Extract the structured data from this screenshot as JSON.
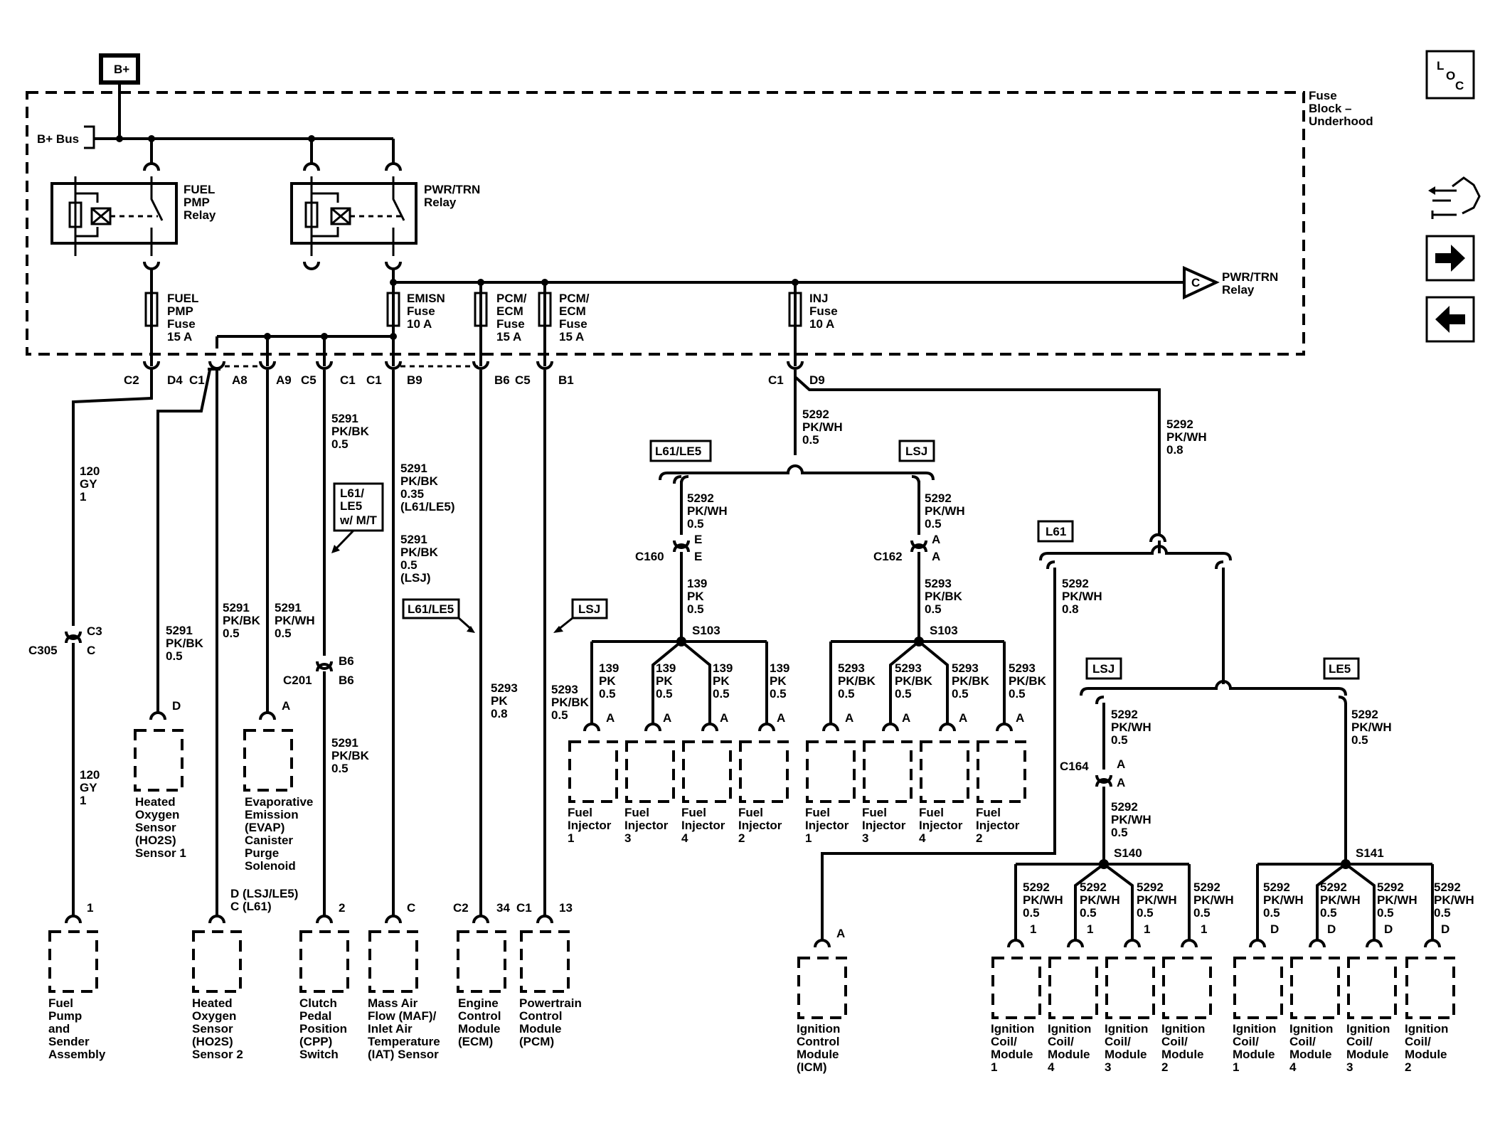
{
  "fuse_block": {
    "label": [
      "Fuse",
      "Block –",
      "Underhood"
    ],
    "b_plus": "B+",
    "b_plus_bus": "B+ Bus"
  },
  "relays": {
    "fuel_pmp": [
      "FUEL",
      "PMP",
      "Relay"
    ],
    "pwr_trn": [
      "PWR/TRN",
      "Relay"
    ]
  },
  "fuses": {
    "fuel_pmp": [
      "FUEL",
      "PMP",
      "Fuse",
      "15 A"
    ],
    "emisn": [
      "EMISN",
      "Fuse",
      "10 A"
    ],
    "pcm_ecm_1": [
      "PCM/",
      "ECM",
      "Fuse",
      "15 A"
    ],
    "pcm_ecm_2": [
      "PCM/",
      "ECM",
      "Fuse",
      "15 A"
    ],
    "inj": [
      "INJ",
      "Fuse",
      "10 A"
    ]
  },
  "offpage": {
    "letter": "C",
    "label": [
      "PWR/TRN",
      "Relay"
    ]
  },
  "nav": {
    "loc": [
      "L",
      "O",
      "C"
    ]
  },
  "connectors": {
    "c2": "C2",
    "d4": "D4",
    "c1a": "C1",
    "a8": "A8",
    "a9": "A9",
    "c5a": "C5",
    "c1b": "C1",
    "c1c": "C1",
    "b9": "B9",
    "b6": "B6",
    "c5b": "C5",
    "b1": "B1",
    "c1d": "C1",
    "d9": "D9",
    "c305": "C305",
    "c3": "C3",
    "c_pin": "C",
    "c201": "C201",
    "b6a": "B6",
    "b6b": "B6",
    "c160": "C160",
    "e1": "E",
    "e2": "E",
    "c162": "C162",
    "a1": "A",
    "a2": "A",
    "c164": "C164",
    "a3": "A",
    "a4": "A"
  },
  "wires": {
    "w120a": [
      "120",
      "GY",
      "1"
    ],
    "w120b": [
      "120",
      "GY",
      "1"
    ],
    "ho2s1": [
      "5291",
      "PK/BK",
      "0.5"
    ],
    "ho2s2": [
      "5291",
      "PK/BK",
      "0.5"
    ],
    "evap": [
      "5291",
      "PK/WH",
      "0.5"
    ],
    "cpp_top": [
      "5291",
      "PK/BK",
      "0.5"
    ],
    "cpp_bot": [
      "5291",
      "PK/BK",
      "0.5"
    ],
    "maf_a": [
      "5291",
      "PK/BK",
      "0.35",
      "(L61/LE5)"
    ],
    "maf_b": [
      "5291",
      "PK/BK",
      "0.5",
      "(LSJ)"
    ],
    "ecm": [
      "5293",
      "PK",
      "0.8"
    ],
    "inj_main": [
      "5292",
      "PK/WH",
      "0.5"
    ],
    "ign_main": [
      "5292",
      "PK/WH",
      "0.8"
    ],
    "inj_l61": [
      "5292",
      "PK/WH",
      "0.5"
    ],
    "inj_lsj": [
      "5292",
      "PK/WH",
      "0.5"
    ],
    "s103a_in": [
      "139",
      "PK",
      "0.5"
    ],
    "s103b_in": [
      "5293",
      "PK/BK",
      "0.5"
    ],
    "inj_branch_a": [
      "139",
      "PK",
      "0.5"
    ],
    "inj_branch_left": [
      "5293",
      "PK/BK",
      "0.5"
    ],
    "inj_branch_b": [
      "5293",
      "PK/BK",
      "0.5"
    ],
    "icm": [
      "5292",
      "PK/WH",
      "0.8"
    ],
    "lsj_coil": [
      "5292",
      "PK/WH",
      "0.5"
    ],
    "lsj_coil2": [
      "5292",
      "PK/WH",
      "0.5"
    ],
    "le5_coil": [
      "5292",
      "PK/WH",
      "0.5"
    ],
    "coil_branch": [
      "5292",
      "PK/WH",
      "0.5"
    ]
  },
  "splices": {
    "s103a": "S103",
    "s103b": "S103",
    "s140": "S140",
    "s141": "S141"
  },
  "options": {
    "l61_le5_mt": [
      "L61/",
      "LE5",
      "w/ M/T"
    ],
    "l61_le5": "L61/LE5",
    "lsj": "LSJ",
    "inj_l61_le5": "L61/LE5",
    "inj_lsj": "LSJ",
    "l61": "L61",
    "coil_lsj": "LSJ",
    "coil_le5": "LE5"
  },
  "pins": {
    "fuel_pump": "1",
    "ho2s1": "D",
    "evap": "A",
    "ho2s2": [
      "D (LSJ/LE5)",
      "C (L61)"
    ],
    "cpp": "2",
    "maf": "C",
    "ecm_c2": "C2",
    "ecm_34": "34",
    "pcm_c1": "C1",
    "pcm_13": "13",
    "inj": "A",
    "icm": "A",
    "coil_1": "1",
    "coil_d": "D"
  },
  "components": {
    "fuel_pump": [
      "Fuel",
      "Pump",
      "and",
      "Sender",
      "Assembly"
    ],
    "ho2s1": [
      "Heated",
      "Oxygen",
      "Sensor",
      "(HO2S)",
      "Sensor 1"
    ],
    "evap": [
      "Evaporative",
      "Emission",
      "(EVAP)",
      "Canister",
      "Purge",
      "Solenoid"
    ],
    "ho2s2": [
      "Heated",
      "Oxygen",
      "Sensor",
      "(HO2S)",
      "Sensor 2"
    ],
    "cpp": [
      "Clutch",
      "Pedal",
      "Position",
      "(CPP)",
      "Switch"
    ],
    "maf": [
      "Mass Air",
      "Flow (MAF)/",
      "Inlet Air",
      "Temperature",
      "(IAT) Sensor"
    ],
    "ecm": [
      "Engine",
      "Control",
      "Module",
      "(ECM)"
    ],
    "pcm": [
      "Powertrain",
      "Control",
      "Module",
      "(PCM)"
    ],
    "icm": [
      "Ignition",
      "Control",
      "Module",
      "(ICM)"
    ],
    "injectors_a": [
      [
        "Fuel",
        "Injector",
        "1"
      ],
      [
        "Fuel",
        "Injector",
        "3"
      ],
      [
        "Fuel",
        "Injector",
        "4"
      ],
      [
        "Fuel",
        "Injector",
        "2"
      ]
    ],
    "injectors_b": [
      [
        "Fuel",
        "Injector",
        "1"
      ],
      [
        "Fuel",
        "Injector",
        "3"
      ],
      [
        "Fuel",
        "Injector",
        "4"
      ],
      [
        "Fuel",
        "Injector",
        "2"
      ]
    ],
    "coils_a": [
      [
        "Ignition",
        "Coil/",
        "Module",
        "1"
      ],
      [
        "Ignition",
        "Coil/",
        "Module",
        "4"
      ],
      [
        "Ignition",
        "Coil/",
        "Module",
        "3"
      ],
      [
        "Ignition",
        "Coil/",
        "Module",
        "2"
      ]
    ],
    "coils_b": [
      [
        "Ignition",
        "Coil/",
        "Module",
        "1"
      ],
      [
        "Ignition",
        "Coil/",
        "Module",
        "4"
      ],
      [
        "Ignition",
        "Coil/",
        "Module",
        "3"
      ],
      [
        "Ignition",
        "Coil/",
        "Module",
        "2"
      ]
    ]
  }
}
